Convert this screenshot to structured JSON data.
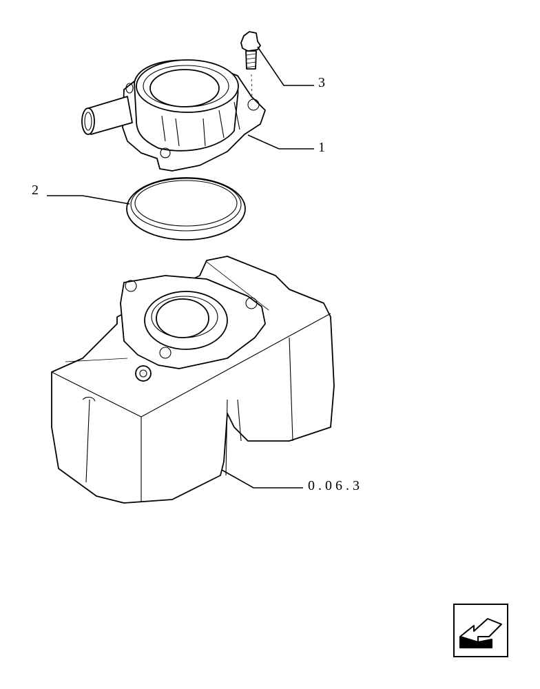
{
  "callouts": [
    {
      "id": "bolt",
      "label": "3"
    },
    {
      "id": "cover",
      "label": "1"
    },
    {
      "id": "gasket",
      "label": "2"
    },
    {
      "id": "housing",
      "label": "0 . 0 6 . 3"
    }
  ],
  "nav": {
    "icon": "previous-page-arrow-icon"
  },
  "colors": {
    "line": "#000000",
    "background": "#ffffff"
  }
}
